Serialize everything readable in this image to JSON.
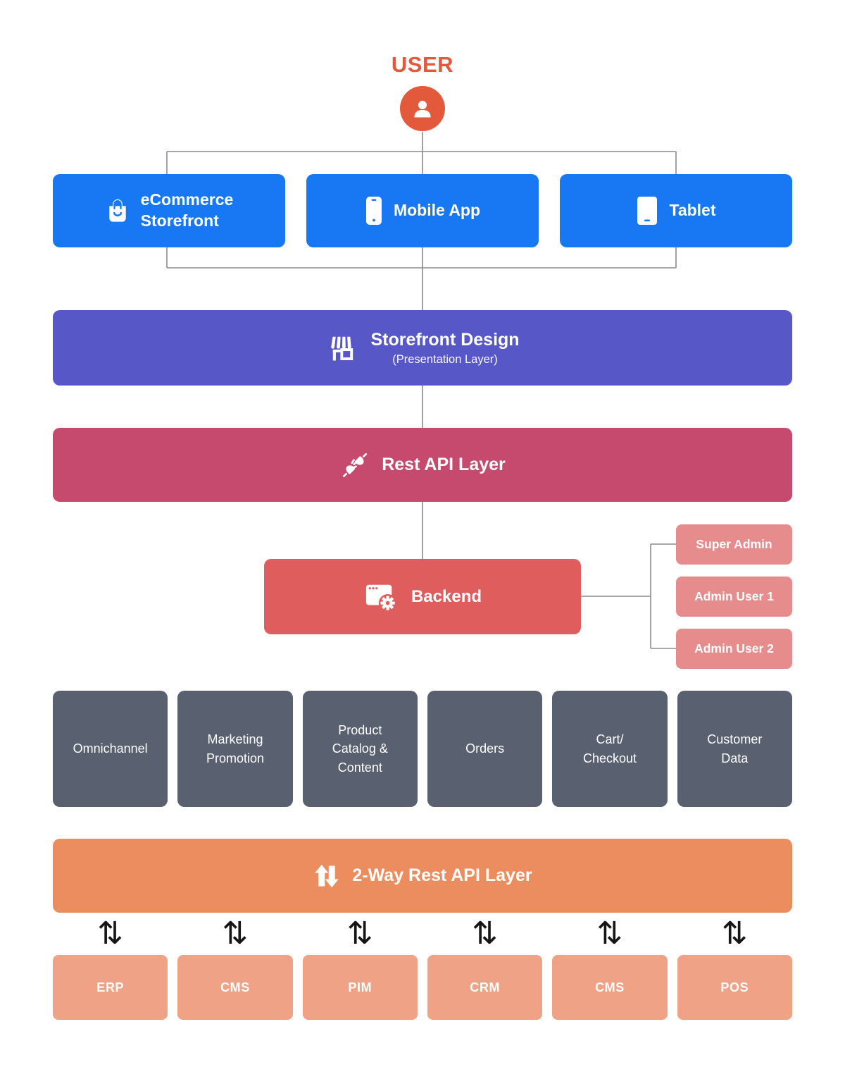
{
  "colors": {
    "accent": "#E2593C",
    "device-blue": "#1877F2",
    "storefront-purple": "#5857C8",
    "api-pink": "#C64A6E",
    "backend-red": "#E05D5D",
    "admin-salmon": "#E68C8C",
    "module-slate": "#596070",
    "api-orange": "#EC8D5F",
    "system-orange": "#EFA285",
    "connector-gray": "#8C8C8C",
    "arrow-black": "#151515"
  },
  "header": {
    "title": "USER",
    "icon": "user-icon"
  },
  "devices": [
    {
      "label": "eCommerce\nStorefront",
      "icon": "shopping-bag-icon"
    },
    {
      "label": "Mobile App",
      "icon": "smartphone-icon"
    },
    {
      "label": "Tablet",
      "icon": "tablet-icon"
    }
  ],
  "storefront_design": {
    "title": "Storefront Design",
    "subtitle": "(Presentation Layer)",
    "icon": "storefront-icon"
  },
  "rest_api": {
    "title": "Rest API Layer",
    "icon": "plug-icon"
  },
  "backend": {
    "title": "Backend",
    "icon": "browser-gear-icon"
  },
  "admin_users": [
    {
      "label": "Super Admin"
    },
    {
      "label": "Admin User 1"
    },
    {
      "label": "Admin User 2"
    }
  ],
  "modules": [
    {
      "label": "Omnichannel"
    },
    {
      "label": "Marketing\nPromotion"
    },
    {
      "label": "Product\nCatalog &\nContent"
    },
    {
      "label": "Orders"
    },
    {
      "label": "Cart/\nCheckout"
    },
    {
      "label": "Customer\nData"
    }
  ],
  "two_way_api": {
    "title": "2-Way Rest API Layer",
    "icon": "up-down-arrows-icon"
  },
  "sync_glyph": "⇅",
  "systems": [
    {
      "label": "ERP"
    },
    {
      "label": "CMS"
    },
    {
      "label": "PIM"
    },
    {
      "label": "CRM"
    },
    {
      "label": "CMS"
    },
    {
      "label": "POS"
    }
  ]
}
